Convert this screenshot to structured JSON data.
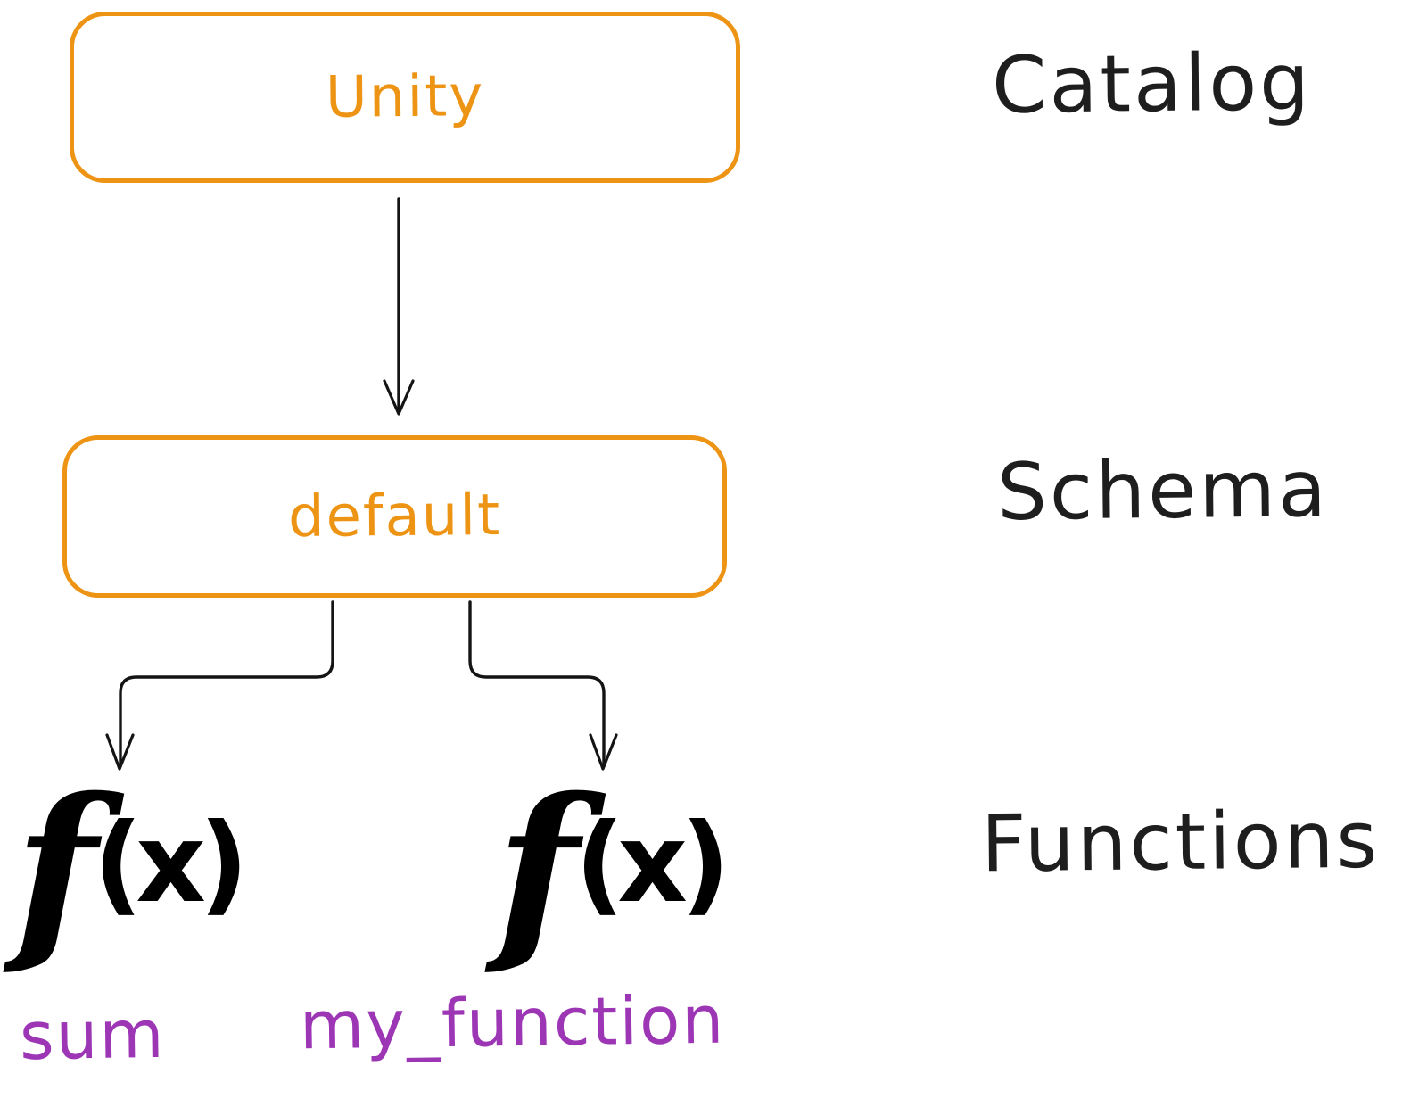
{
  "colors": {
    "accent_orange": "#ed9415",
    "label_purple": "#9c36b5",
    "ink": "#1e1e1e",
    "background": "#ffffff"
  },
  "hierarchy": {
    "catalog_node": {
      "label": "Unity"
    },
    "schema_node": {
      "label": "default"
    },
    "functions": [
      {
        "symbol_f": "f",
        "symbol_args": "(x)",
        "name": "sum"
      },
      {
        "symbol_f": "f",
        "symbol_args": "(x)",
        "name": "my_function"
      }
    ]
  },
  "level_labels": {
    "catalog": "Catalog",
    "schema": "Schema",
    "functions": "Functions"
  }
}
